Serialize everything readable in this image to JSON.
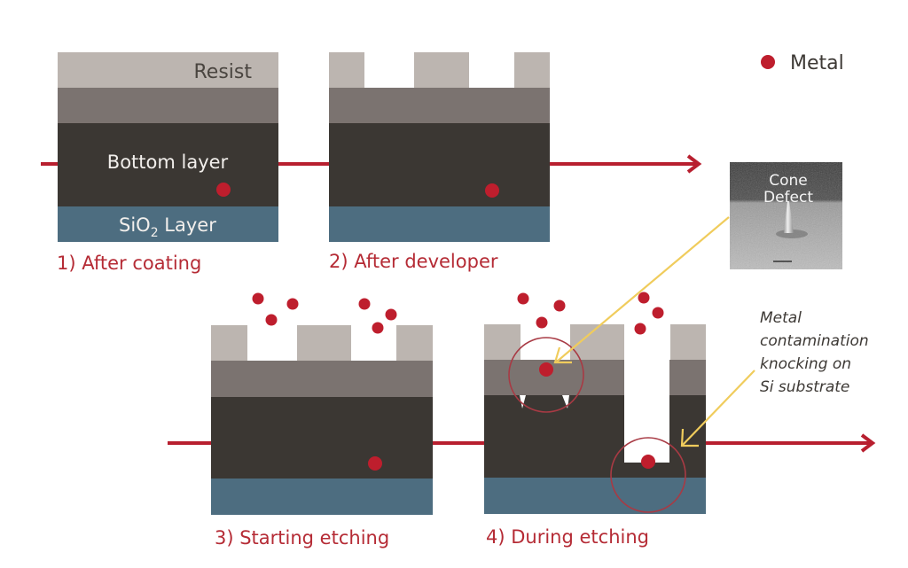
{
  "colors": {
    "resist": "#bcb5b0",
    "middle_layer": "#7b7370",
    "bottom_layer": "#3b3733",
    "sio2_layer": "#4d6d80",
    "metal": "#be1e2d",
    "arrow": "#b81f2f",
    "callout": "#f0cc5c",
    "highlight_ring": "#a83a44"
  },
  "legend": {
    "icon": "red-dot",
    "label": "Metal"
  },
  "layers": {
    "resist": "Resist",
    "bottom": "Bottom layer",
    "sio2_main": "SiO",
    "sio2_sub": "2",
    "sio2_tail": " Layer"
  },
  "steps": [
    {
      "label": "1) After coating"
    },
    {
      "label": "2) After developer"
    },
    {
      "label": "3) Starting etching"
    },
    {
      "label": "4) During etching"
    }
  ],
  "sem_image": {
    "line1": "Cone",
    "line2": "Defect"
  },
  "annotation": {
    "lines": [
      "Metal",
      "contamination",
      "knocking on",
      "Si substrate"
    ]
  }
}
